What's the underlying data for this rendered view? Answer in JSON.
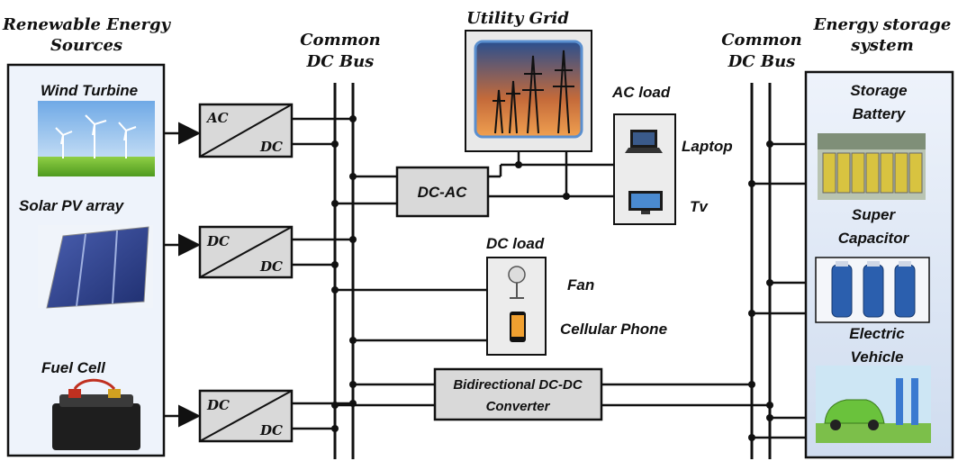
{
  "left_panel": {
    "title_line1": "Renewable Energy",
    "title_line2": "Sources",
    "wind": "Wind Turbine",
    "solar": "Solar PV array",
    "fuel": "Fuel Cell"
  },
  "converters": {
    "c1_top": "AC",
    "c1_bot": "DC",
    "c2_top": "DC",
    "c2_bot": "DC",
    "c3_top": "DC",
    "c3_bot": "DC"
  },
  "bus_left": {
    "line1": "Common",
    "line2": "DC Bus"
  },
  "bus_right": {
    "line1": "Common",
    "line2": "DC Bus"
  },
  "utility_grid": "Utility Grid",
  "dc_ac": "DC-AC",
  "ac_load": {
    "title": "AC load",
    "laptop": "Laptop",
    "tv": "Tv"
  },
  "dc_load": {
    "title": "DC load",
    "fan": "Fan",
    "phone": "Cellular Phone"
  },
  "bidirectional": {
    "line1": "Bidirectional DC-DC",
    "line2": "Converter"
  },
  "right_panel": {
    "title_line1": "Energy storage",
    "title_line2": "system",
    "battery_line1": "Storage",
    "battery_line2": "Battery",
    "supercap_line1": "Super",
    "supercap_line2": "Capacitor",
    "ev_line1": "Electric",
    "ev_line2": "Vehicle"
  }
}
